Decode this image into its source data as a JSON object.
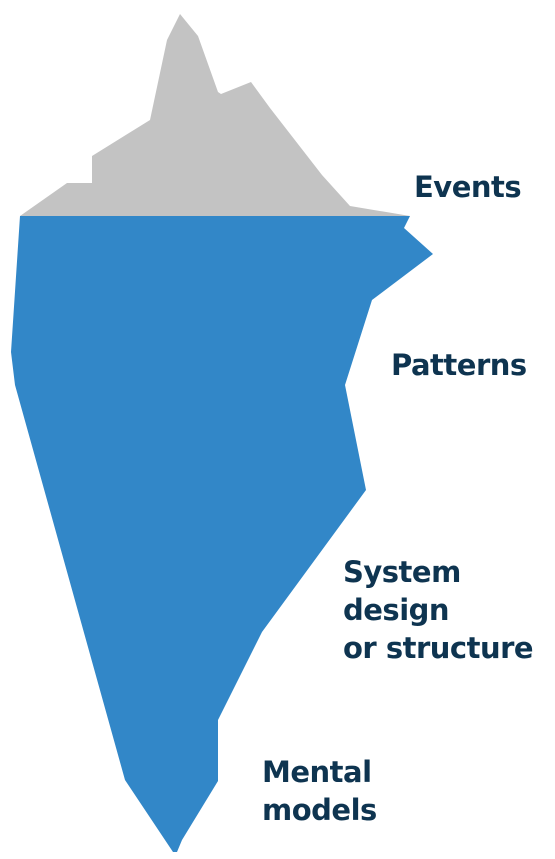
{
  "colors": {
    "tip": "#c3c3c3",
    "body": "#3287c8",
    "text": "#0e3450"
  },
  "layers": {
    "events": "Events",
    "patterns": "Patterns",
    "system_line1": "System design",
    "system_line2": "or structure",
    "mental_line1": "Mental",
    "mental_line2": "models"
  }
}
